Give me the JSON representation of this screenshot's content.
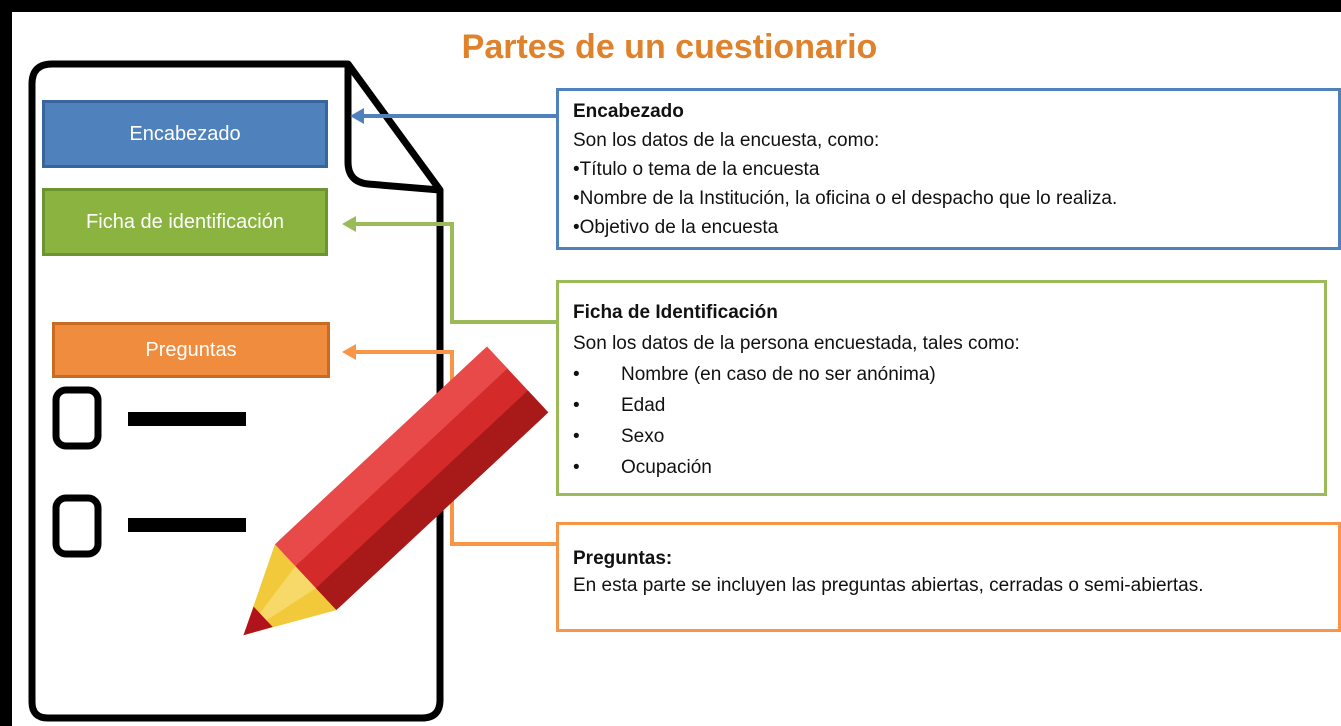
{
  "title": "Partes de un cuestionario",
  "document": {
    "labels": {
      "encabezado": "Encabezado",
      "ficha": "Ficha de identificación",
      "preguntas": "Preguntas"
    }
  },
  "boxes": {
    "encabezado": {
      "heading": "Encabezado",
      "intro": "Son los datos de la encuesta, como:",
      "items": [
        "•Título o tema de la encuesta",
        "•Nombre de la Institución, la oficina o el despacho que lo realiza.",
        "•Objetivo de la encuesta"
      ]
    },
    "ficha": {
      "heading": "Ficha de Identificación",
      "intro": "Son los datos de la persona encuestada, tales como:",
      "bullet": "•",
      "items": [
        "Nombre (en caso de no ser anónima)",
        "Edad",
        "Sexo",
        "Ocupación"
      ]
    },
    "preguntas": {
      "heading": "Preguntas:",
      "text": "En esta parte se incluyen las preguntas abiertas, cerradas o semi-abiertas."
    }
  },
  "colors": {
    "title": "#e0822b",
    "blue": "#4f81bd",
    "green": "#9bbb59",
    "orange": "#f79646",
    "pencil_red": "#d42a2a",
    "pencil_wood": "#f3c93c"
  }
}
